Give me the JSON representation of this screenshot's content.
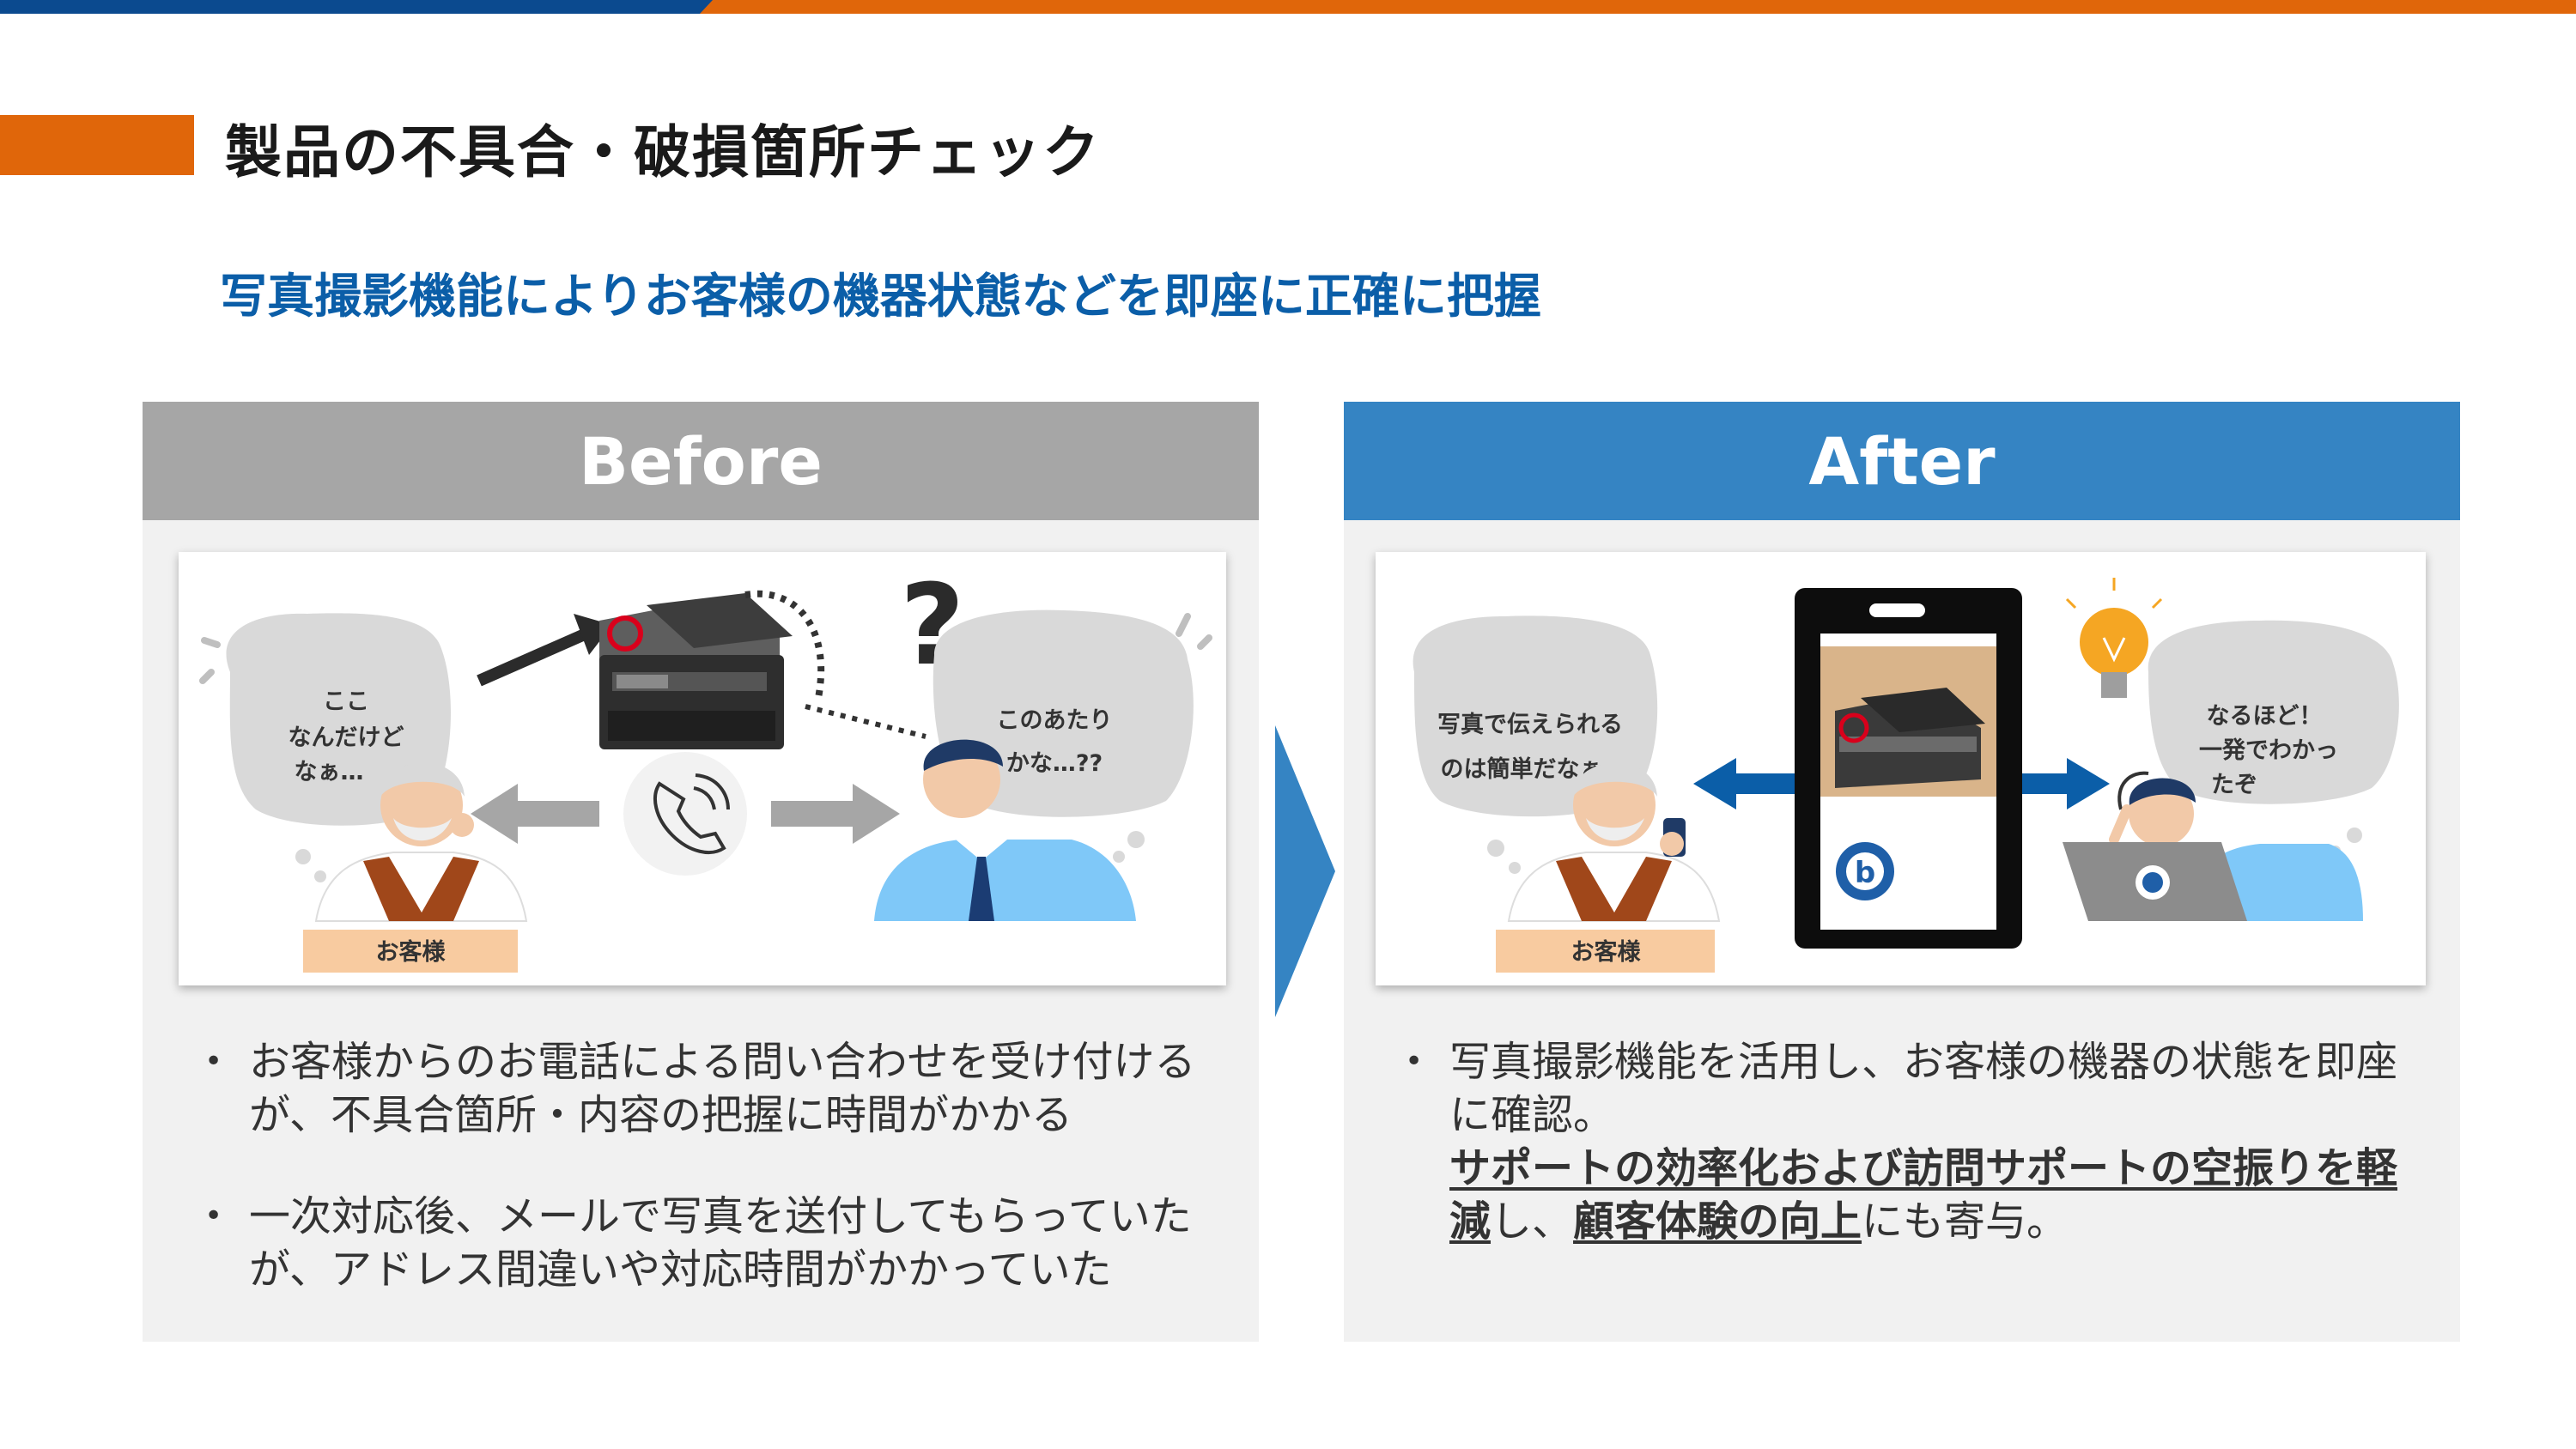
{
  "header": {
    "title": "製品の不具合・破損箇所チェック",
    "subtitle": "写真撮影機能によりお客様の機器状態などを即座に正確に把握"
  },
  "before": {
    "heading": "Before",
    "customer_bubble": [
      "ここ",
      "なんだけど",
      "なぁ…"
    ],
    "agent_bubble": [
      "このあたり",
      "かな…??"
    ],
    "question_mark": "?",
    "customer_label": "お客様",
    "bullets": [
      "お客様からのお電話による問い合わせを受け付けるが、不具合箇所・内容の把握に時間がかかる",
      "一次対応後、メールで写真を送付してもらっていたが、アドレス間違いや対応時間がかかっていた"
    ]
  },
  "after": {
    "heading": "After",
    "customer_bubble": [
      "写真で伝えられる",
      "のは簡単だなぁ"
    ],
    "agent_bubble": [
      "なるほど！",
      "一発でわかっ",
      "たぞ"
    ],
    "customer_label": "お客様",
    "app_logo": "b",
    "bullet_lead": "写真撮影機能を活用し、お客様の機器の状態を即座に確認。",
    "bullet_emph1": "サポートの効率化および訪問サポートの空振りを軽減",
    "bullet_mid": "し、",
    "bullet_emph2": "顧客体験の向上",
    "bullet_tail": "にも寄与。"
  },
  "colors": {
    "brand_blue": "#0b4a8f",
    "accent_orange": "#e0660a",
    "subtitle_blue": "#0b5ea8",
    "after_blue": "#3584c3",
    "before_gray": "#a6a6a6"
  },
  "icons": [
    "phone-icon",
    "printer-icon",
    "lightbulb-icon",
    "smartphone-icon",
    "laptop-icon"
  ]
}
